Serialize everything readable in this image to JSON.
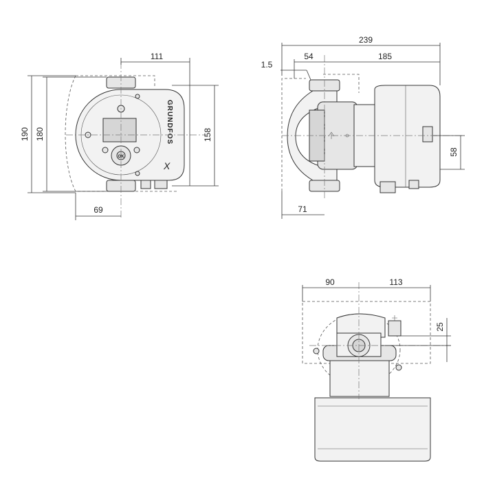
{
  "front_view": {
    "dim_width_top": "111",
    "dim_height_outer": "190",
    "dim_height_inner": "180",
    "dim_height_right": "158",
    "dim_width_bottom": "69",
    "logo_text": "GRUNDFOS",
    "logo_mark": "X",
    "button_label": "OK"
  },
  "side_view": {
    "dim_total_length": "239",
    "dim_offset": "1.5",
    "dim_port": "54",
    "dim_motor": "185",
    "dim_axis_height": "58",
    "dim_bottom": "71"
  },
  "bottom_view": {
    "dim_left": "90",
    "dim_right": "113",
    "dim_side": "25"
  }
}
